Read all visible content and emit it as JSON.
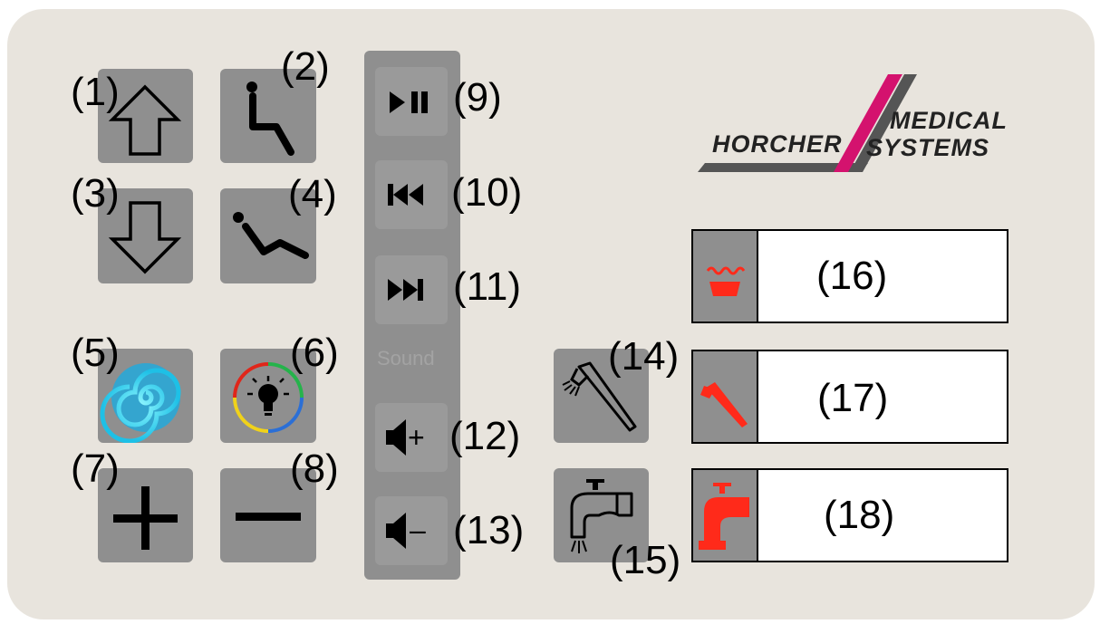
{
  "panel": {
    "labels": {
      "up": "(1)",
      "sit": "(2)",
      "down": "(3)",
      "recline": "(4)",
      "whirlpool": "(5)",
      "light": "(6)",
      "plus": "(7)",
      "minus": "(8)",
      "play_pause": "(9)",
      "previous": "(10)",
      "next": "(11)",
      "vol_up": "(12)",
      "vol_down": "(13)",
      "hand_shower": "(14)",
      "faucet": "(15)",
      "display_tub": "(16)",
      "display_shower": "(17)",
      "display_faucet": "(18)"
    },
    "sound_label": "Sound",
    "vol_up_glyph": "+",
    "vol_down_glyph": "–"
  },
  "logo": {
    "left": "HORCHER",
    "right_top": "MEDICAL",
    "right_bottom": "SYSTEMS"
  },
  "icons": {
    "up": "up-arrow-icon",
    "sit": "seated-person-icon",
    "down": "down-arrow-icon",
    "recline": "reclined-person-icon",
    "whirlpool": "whirlpool-swirl-icon",
    "light": "color-light-bulb-icon",
    "plus": "plus-icon",
    "minus": "minus-icon",
    "play_pause": "play-pause-icon",
    "previous": "previous-track-icon",
    "next": "next-track-icon",
    "vol_up": "volume-up-icon",
    "vol_down": "volume-down-icon",
    "hand_shower": "hand-shower-icon",
    "faucet": "faucet-icon",
    "display_tub": "bathtub-water-icon",
    "display_shower": "shower-head-icon",
    "display_faucet": "faucet-icon"
  },
  "colors": {
    "panel": "#e8e4dd",
    "key": "#8f8f8f",
    "indicator_red": "#ff2a1a",
    "logo_magenta": "#d4126e"
  }
}
